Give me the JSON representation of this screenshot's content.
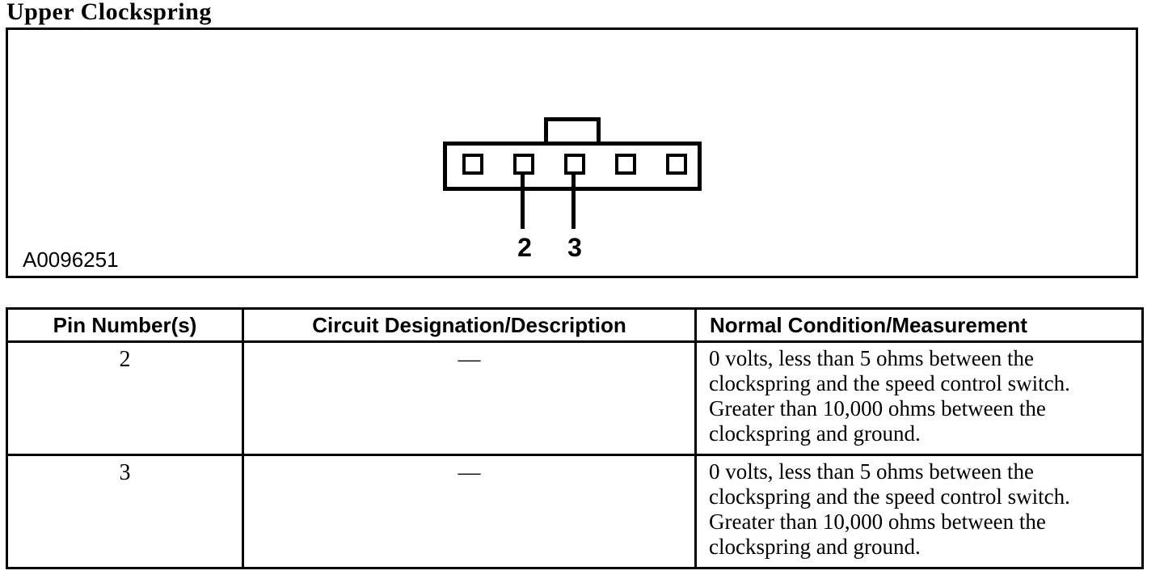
{
  "page": {
    "title": "Upper Clockspring"
  },
  "figure": {
    "label": "A0096251",
    "connector": {
      "type": "5-cavity connector, top keying tab",
      "pin_count": 5,
      "called_out_pins": [
        "2",
        "3"
      ],
      "lead_labels": {
        "first": "2",
        "second": "3"
      }
    }
  },
  "table": {
    "headers": {
      "pin": "Pin Number(s)",
      "circuit": "Circuit Designation/Description",
      "normal": "Normal Condition/Measurement"
    },
    "rows": [
      {
        "pin": "2",
        "circuit": "—",
        "normal": "0 volts, less than 5 ohms between the clockspring and the speed control switch. Greater than 10,000 ohms between the clockspring and ground."
      },
      {
        "pin": "3",
        "circuit": "—",
        "normal": "0 volts, less than 5 ohms between the clockspring and the speed control switch. Greater than 10,000 ohms between the clockspring and ground."
      }
    ]
  },
  "colors": {
    "ink": "#000000",
    "paper": "#ffffff"
  }
}
